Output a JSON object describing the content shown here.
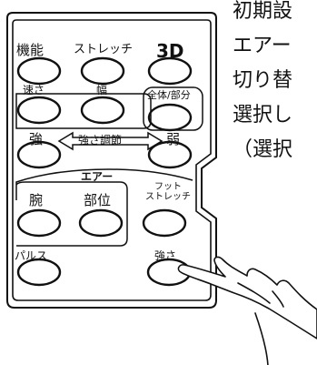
{
  "remote": {
    "buttons": {
      "kinou": "機能",
      "stretch": "ストレッチ",
      "three_d": "3D",
      "speed": "速さ",
      "width": "幅",
      "whole_part": "全体/部分",
      "strong": "強",
      "strength_adjust": "強さ調節",
      "weak": "弱",
      "air": "エアー",
      "arm": "腕",
      "part": "部位",
      "foot_stretch_1": "フット",
      "foot_stretch_2": "ストレッチ",
      "pulse": "パルス",
      "strength": "強さ"
    }
  },
  "side_text": {
    "lines": [
      "初期設",
      "エアー",
      "切り替",
      "選択し",
      "（選択"
    ]
  }
}
